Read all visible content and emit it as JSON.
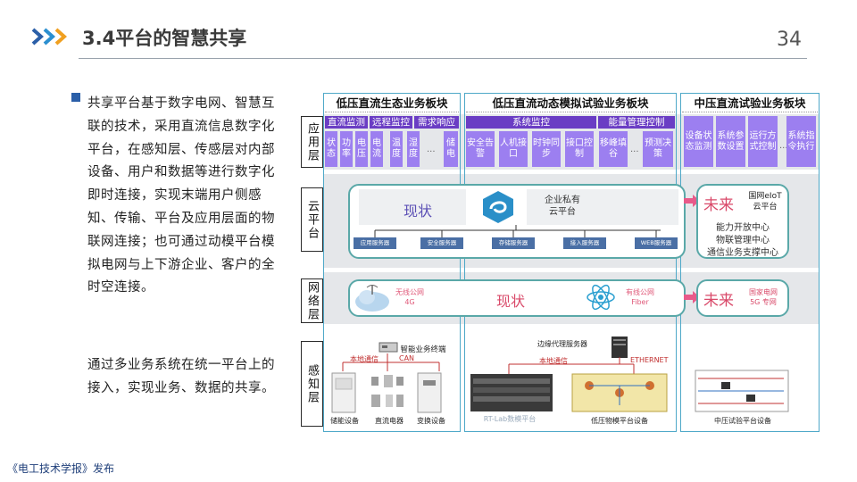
{
  "header": {
    "title": "3.4平台的智慧共享",
    "page_number": "34"
  },
  "left_text": {
    "paragraph1": "共享平台基于数字电网、智慧互联的技术，采用直流信息数字化平台，在感知层、传感层对内部设备、用户和数据等进行数字化即时连接，实现末端用户侧感知、传输、平台及应用层面的物联网连接；也可通过动模平台模拟电网与上下游企业、客户的全时空连接。",
    "paragraph2": "通过多业务系统在统一平台上的接入，实现业务、数据的共享。"
  },
  "footer": "《电工技术学报》发布",
  "diagram": {
    "row_labels": [
      "应用层",
      "云平台",
      "网络层",
      "感知层"
    ],
    "columns": [
      {
        "title": "低压直流生态业务板块"
      },
      {
        "title": "低压直流动态模拟试验业务板块"
      },
      {
        "title": "中压直流试验业务板块"
      }
    ],
    "app_layer": {
      "col1_bars": [
        "直流监测",
        "远程监控",
        "需求响应"
      ],
      "col1_cells": [
        "状态",
        "功率",
        "电压",
        "电流",
        "温度",
        "湿度",
        "储电"
      ],
      "col2_bars": [
        "系统监控",
        "能量管理控制"
      ],
      "col2_cells": [
        "安全告警",
        "人机接口",
        "时钟同步",
        "接口控制",
        "移峰填谷",
        "预测决策"
      ],
      "col3_cells": [
        "设备状态监测",
        "系统参数设置",
        "运行方式控制",
        "系统指令执行"
      ],
      "ellipsis": "..."
    },
    "cloud_layer": {
      "current": "现状",
      "private_cloud": "企业私有\n云平台",
      "servers": [
        "应用服务器",
        "安全服务器",
        "存储服务器",
        "接入服务器",
        "WEB服务器"
      ],
      "future": "未来",
      "future_cloud": "国网eIoT\n云平台",
      "future_items": [
        "能力开放中心",
        "物联管理中心",
        "通信业务支撑中心"
      ]
    },
    "network_layer": {
      "wireless": "无线公网\n4G",
      "current": "现状",
      "wired": "有线公网\nFiber",
      "future": "未来",
      "future_net": "国家电网\n5G 专网"
    },
    "sensing_layer": {
      "terminal": "智能业务终端",
      "local_comm_1": "本地通信",
      "can": "CAN",
      "edge_server": "边缘代理服务器",
      "local_comm_2": "本地通信",
      "ethernet": "ETHERNET",
      "rtlab": "RT-Lab数模平台",
      "captions": [
        "储能设备",
        "直流电器",
        "变换设备",
        "低压物模平台设备",
        "中压试验平台设备"
      ]
    },
    "colors": {
      "purple_dark": "#6a3dc4",
      "purple_light": "#9c7ff0",
      "teal": "#5aa8a8",
      "future_red": "#d94a6a",
      "accent_blue": "#2b5fa8"
    }
  }
}
